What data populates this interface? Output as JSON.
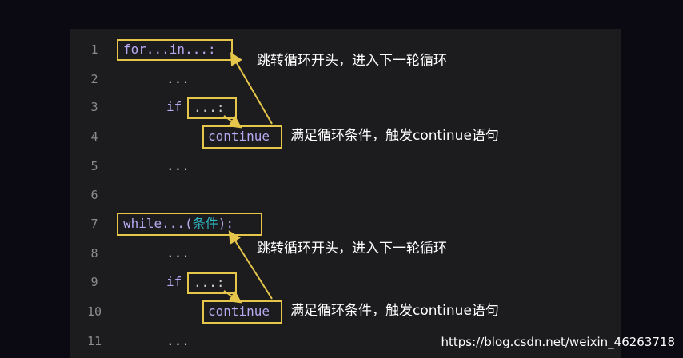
{
  "line_numbers": [
    "1",
    "2",
    "3",
    "4",
    "5",
    "6",
    "7",
    "8",
    "9",
    "10",
    "11"
  ],
  "code": {
    "for_line": "for...in...:",
    "ellipsis": "...",
    "if_keyword": "if",
    "if_condition": "...:",
    "continue_kw": "continue",
    "while_prefix": "while...(",
    "while_condition": "条件",
    "while_suffix": "):"
  },
  "annotations": {
    "jump_to_start": "跳转循环开头，进入下一轮循环",
    "trigger_continue": "满足循环条件，触发continue语句"
  },
  "watermark": "https://blog.csdn.net/weixin_46263718",
  "colors": {
    "highlight_box": "#e6c64a",
    "keyword": "#b8a8f0",
    "condition": "#2fb9c4",
    "panel_bg": "#1c1c1f"
  }
}
